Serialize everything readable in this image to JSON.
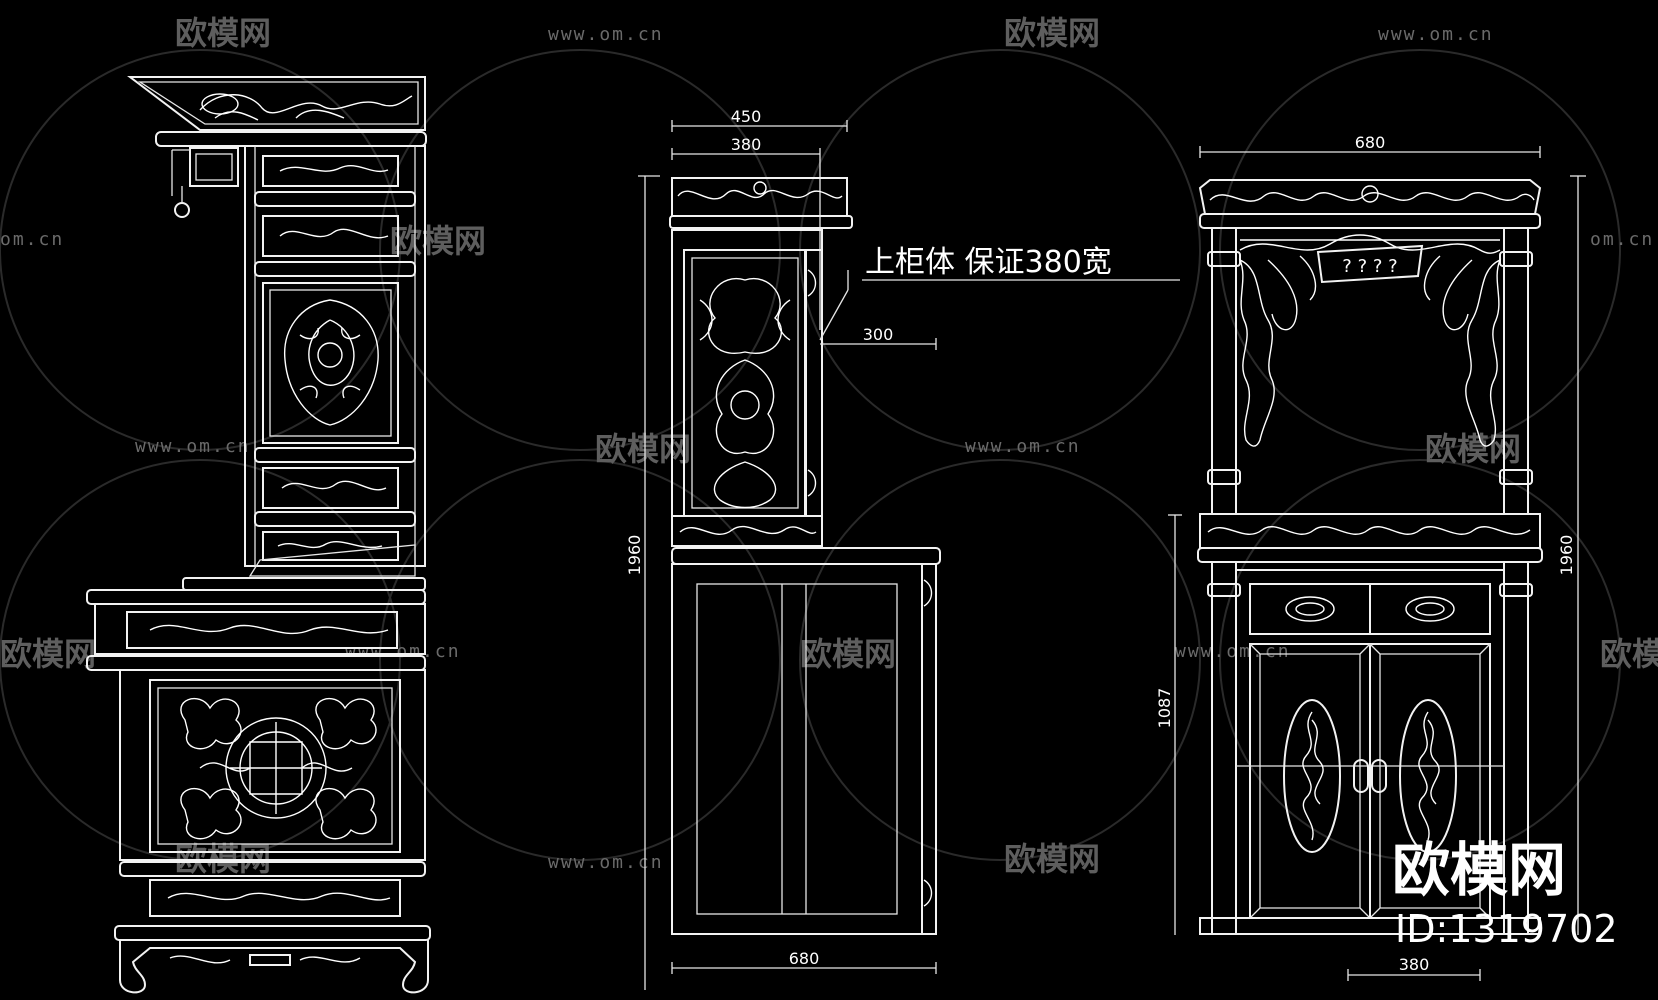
{
  "watermark": {
    "url_text": "www.om.cn",
    "url_text_short": "om.cn",
    "brand_cn": "欧模网"
  },
  "side_view": {
    "top_width": "450",
    "upper_width": "380",
    "height": "1960",
    "bottom_width": "680",
    "recess": "300",
    "note": "上柜体  保证380宽"
  },
  "front_view": {
    "width": "680",
    "height": "1960",
    "lower_height": "1087",
    "plinth_width": "380",
    "plaque_text": "? ? ? ?"
  },
  "corner_brand": {
    "name": "欧模网",
    "id_label": "ID:1319702"
  }
}
